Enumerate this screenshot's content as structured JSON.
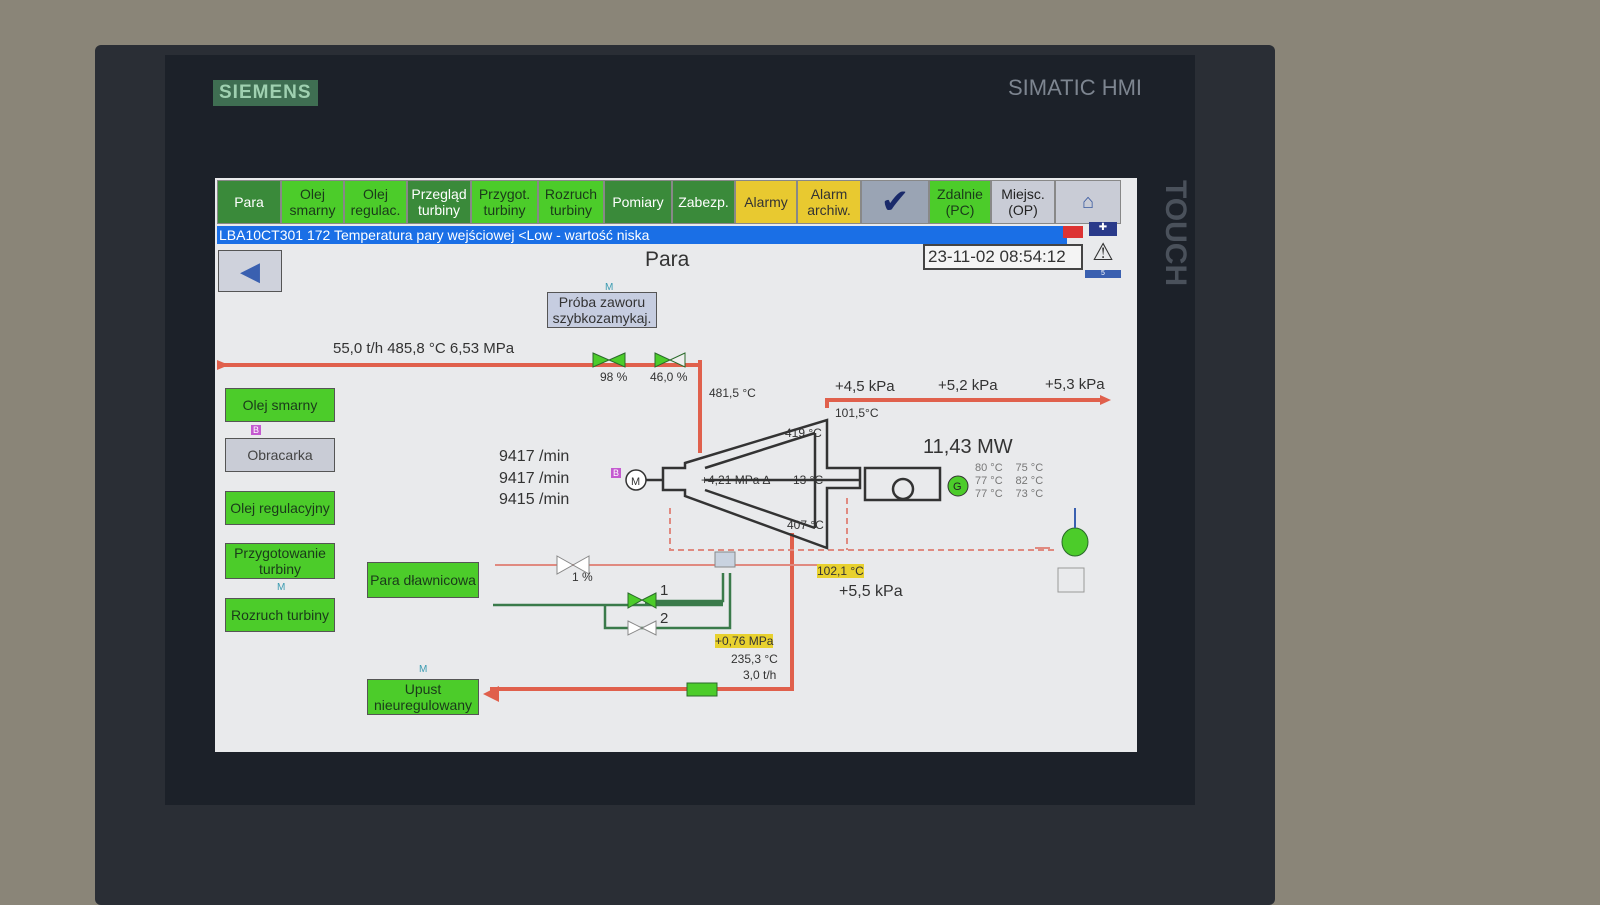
{
  "device": {
    "brand": "SIEMENS",
    "model": "SIMATIC HMI",
    "touch": "TOUCH"
  },
  "nav": [
    {
      "label": "Para"
    },
    {
      "label": "Olej smarny"
    },
    {
      "label": "Olej regulac."
    },
    {
      "label": "Przegląd turbiny"
    },
    {
      "label": "Przygot. turbiny"
    },
    {
      "label": "Rozruch turbiny"
    },
    {
      "label": "Pomiary"
    },
    {
      "label": "Zabezp."
    },
    {
      "label": "Alarmy"
    },
    {
      "label": "Alarm archiw."
    },
    {
      "label": "Zdalnie (PC)"
    },
    {
      "label": "Miejsc. (OP)"
    }
  ],
  "alarm_text": "LBA10CT301 172 Temperatura pary wejściowej <Low - wartość niska",
  "page_title": "Para",
  "datetime": "23-11-02 08:54:12",
  "alarm_count": "5",
  "marker_m": "M",
  "marker_b": "B",
  "valve_test_button": "Próba zaworu szybkozamykaj.",
  "side_buttons": [
    "Olej smarny",
    "Obracarka",
    "Olej regulacyjny",
    "Przygotowanie turbiny",
    "Rozruch turbiny"
  ],
  "para_dlawnicowa": "Para dławnicowa",
  "upust": "Upust nieuregulowany",
  "values": {
    "inlet": "55,0 t/h  485,8 °C  6,53 MPa",
    "valve1": "98 %",
    "valve2": "46,0 %",
    "t_after": "481,5 °C",
    "kpa1": "+4,5 kPa",
    "kpa2": "+5,2 kPa",
    "kpa3": "+5,3 kPa",
    "t_exhaust": "101,5°C",
    "t419": "419 °C",
    "p_stage": "+4,21 MPa ∆",
    "t13": "13 °C",
    "t407": "407 °C",
    "speed1": "9417 /min",
    "speed2": "9417 /min",
    "speed3": "9415 /min",
    "power": "11,43 MW",
    "gen_temps": [
      "80 °C",
      "75 °C",
      "77 °C",
      "82 °C",
      "77 °C",
      "73 °C"
    ],
    "gland_valve": "1 %",
    "v1": "1",
    "v2": "2",
    "t_cond": "102,1 °C",
    "p_cond": "+5,5 kPa",
    "ext_p": "+0,76 MPa",
    "ext_t": "235,3 °C",
    "ext_f": "3,0 t/h"
  }
}
